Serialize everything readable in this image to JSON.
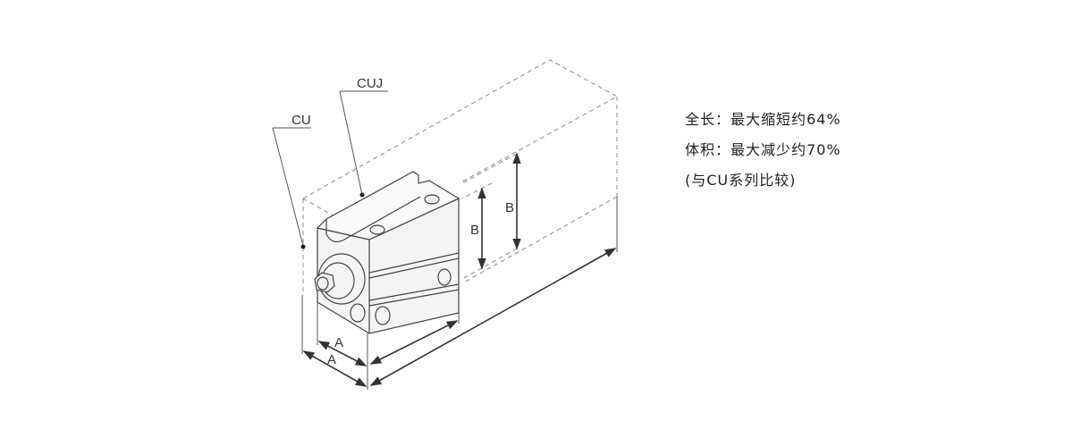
{
  "diagram": {
    "labels": {
      "cu": "CU",
      "cuj": "CUJ",
      "dim_a": "A",
      "dim_b": "B"
    },
    "colors": {
      "line": "#444444",
      "dashed": "#888888",
      "body": "#f4f4f4"
    }
  },
  "specs": [
    "全长：最大缩短约64%",
    "体积：最大减少约70%",
    "(与CU系列比较)"
  ]
}
